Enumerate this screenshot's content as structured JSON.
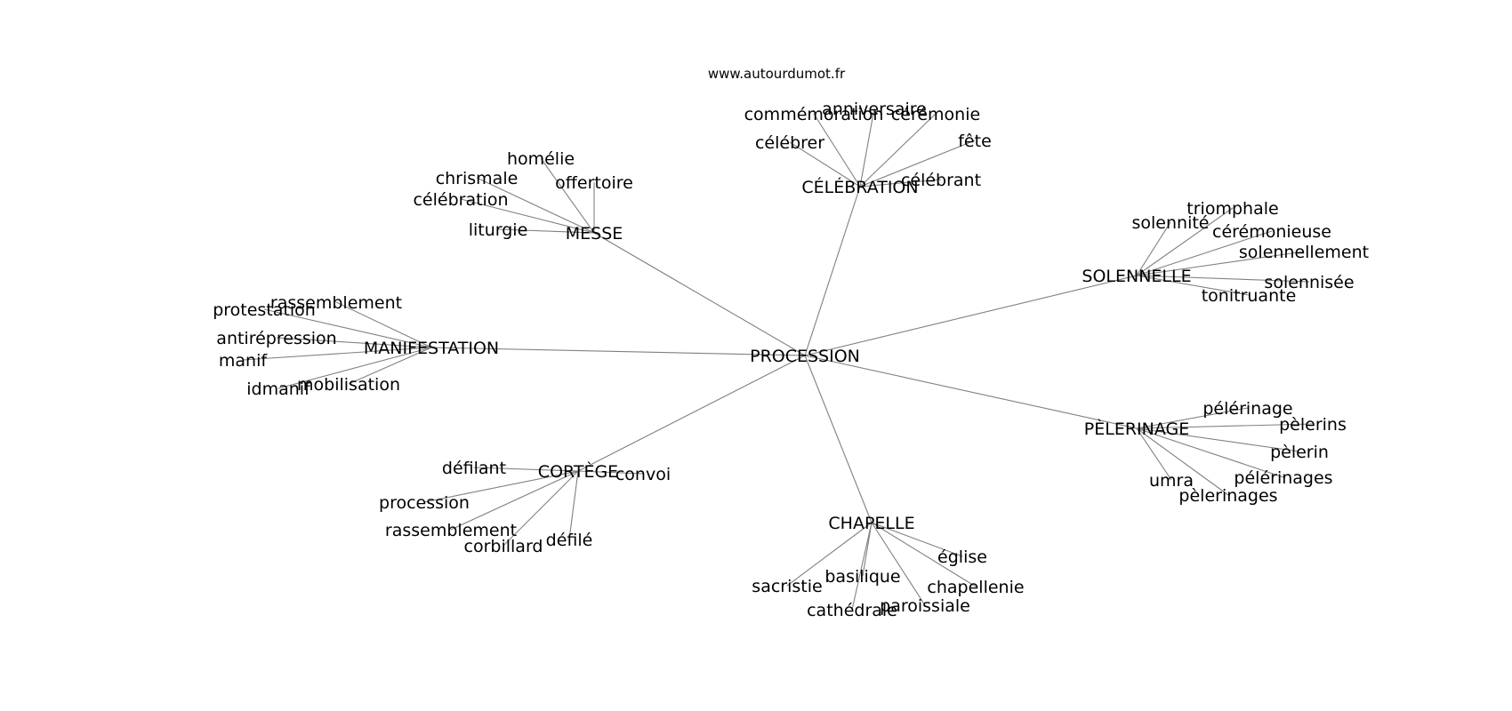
{
  "watermark": "www.autourdumot.fr",
  "colors": {
    "edge": "#808080",
    "text": "#000000",
    "background": "#ffffff"
  },
  "graph": {
    "center": "PROCESSION",
    "clusters": [
      {
        "id": "messe",
        "label": "MESSE",
        "leaves": [
          "homélie",
          "chrismale",
          "offertoire",
          "célébration",
          "liturgie"
        ]
      },
      {
        "id": "celebration",
        "label": "CÉLÉBRATION",
        "leaves": [
          "commémoration",
          "anniversaire",
          "cérémonie",
          "célébrer",
          "fête",
          "célébrant"
        ]
      },
      {
        "id": "solennelle",
        "label": "SOLENNELLE",
        "leaves": [
          "triomphale",
          "solennité",
          "cérémonieuse",
          "solennellement",
          "solennisée",
          "tonitruante"
        ]
      },
      {
        "id": "manifestation",
        "label": "MANIFESTATION",
        "leaves": [
          "rassemblement",
          "protestation",
          "antirépression",
          "manif",
          "mobilisation",
          "idmanif"
        ]
      },
      {
        "id": "pelerinage",
        "label": "PÈLERINAGE",
        "leaves": [
          "pélérinage",
          "pèlerins",
          "pèlerin",
          "pélérinages",
          "umra",
          "pèlerinages"
        ]
      },
      {
        "id": "cortege",
        "label": "CORTÈGE",
        "leaves": [
          "défilant",
          "convoi",
          "procession",
          "rassemblement",
          "défilé",
          "corbillard"
        ]
      },
      {
        "id": "chapelle",
        "label": "CHAPELLE",
        "leaves": [
          "église",
          "basilique",
          "sacristie",
          "chapellenie",
          "paroissiale",
          "cathédrale"
        ]
      }
    ]
  }
}
